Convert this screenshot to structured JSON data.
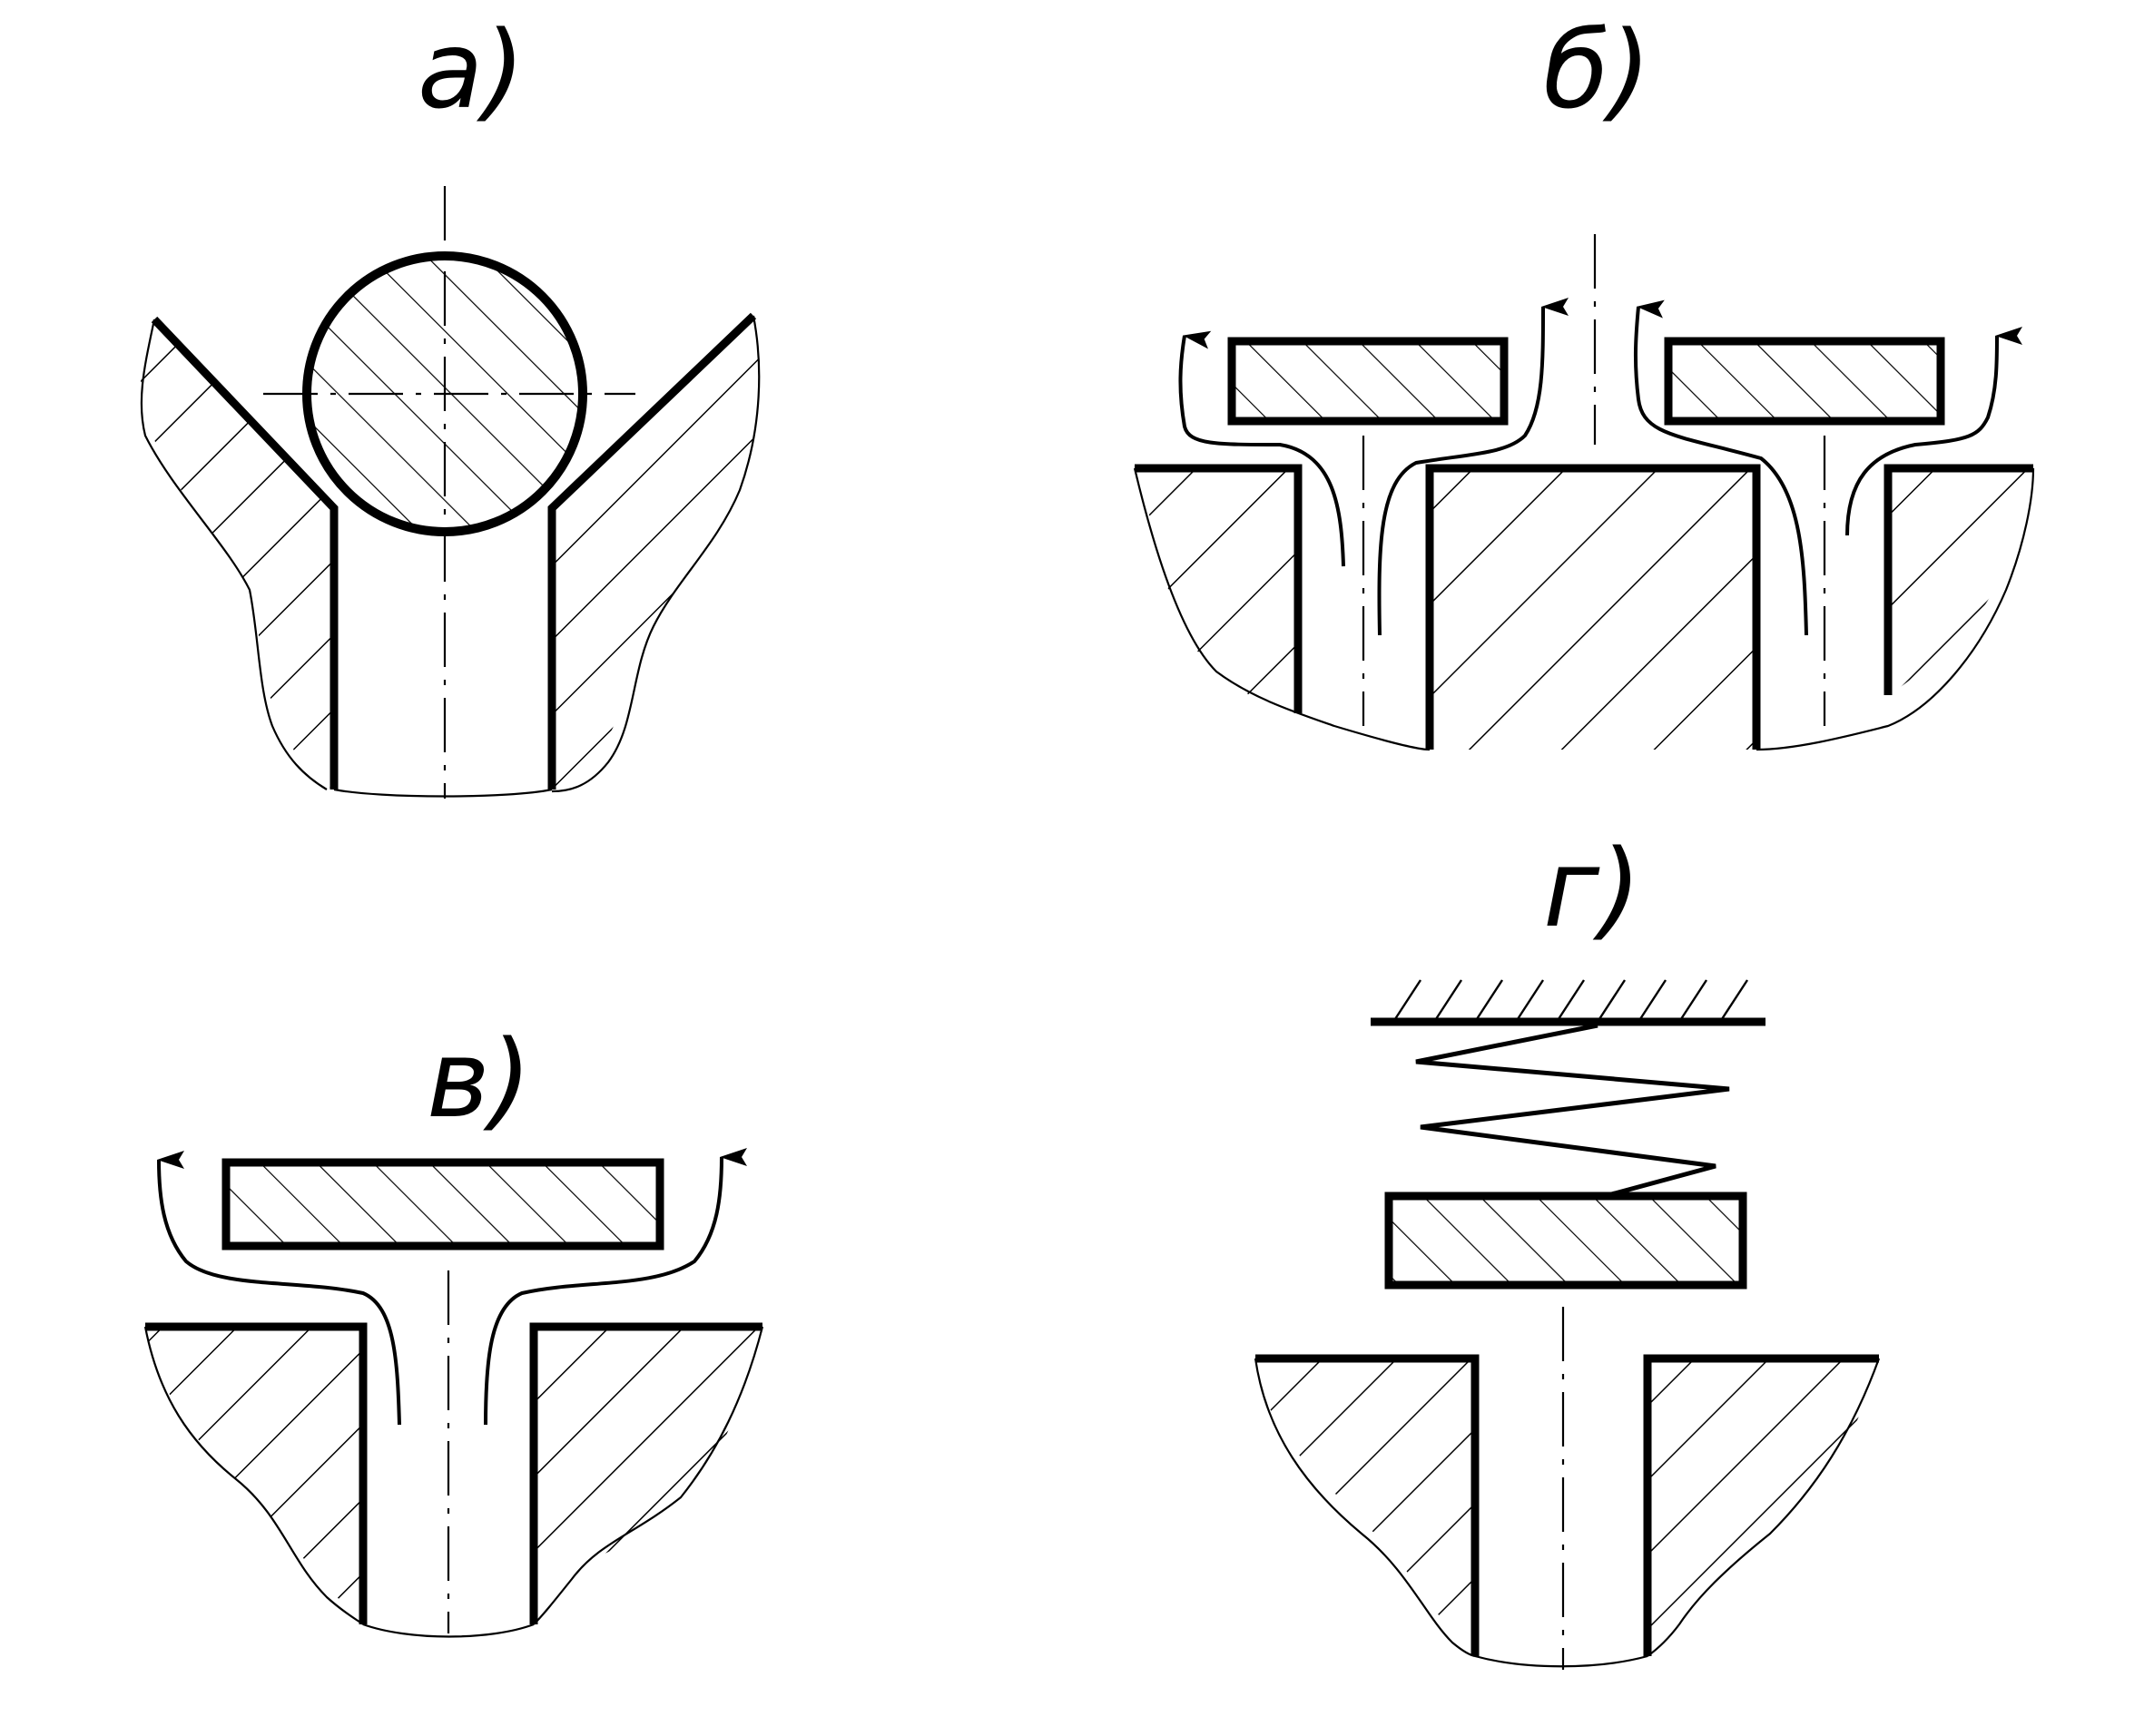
{
  "colors": {
    "ink": "#000000",
    "paper": "#ffffff"
  },
  "panels": [
    {
      "key": "a",
      "label": "а)"
    },
    {
      "key": "b",
      "label": "б)"
    },
    {
      "key": "v",
      "label": "в)"
    },
    {
      "key": "g",
      "label": "г)"
    }
  ]
}
